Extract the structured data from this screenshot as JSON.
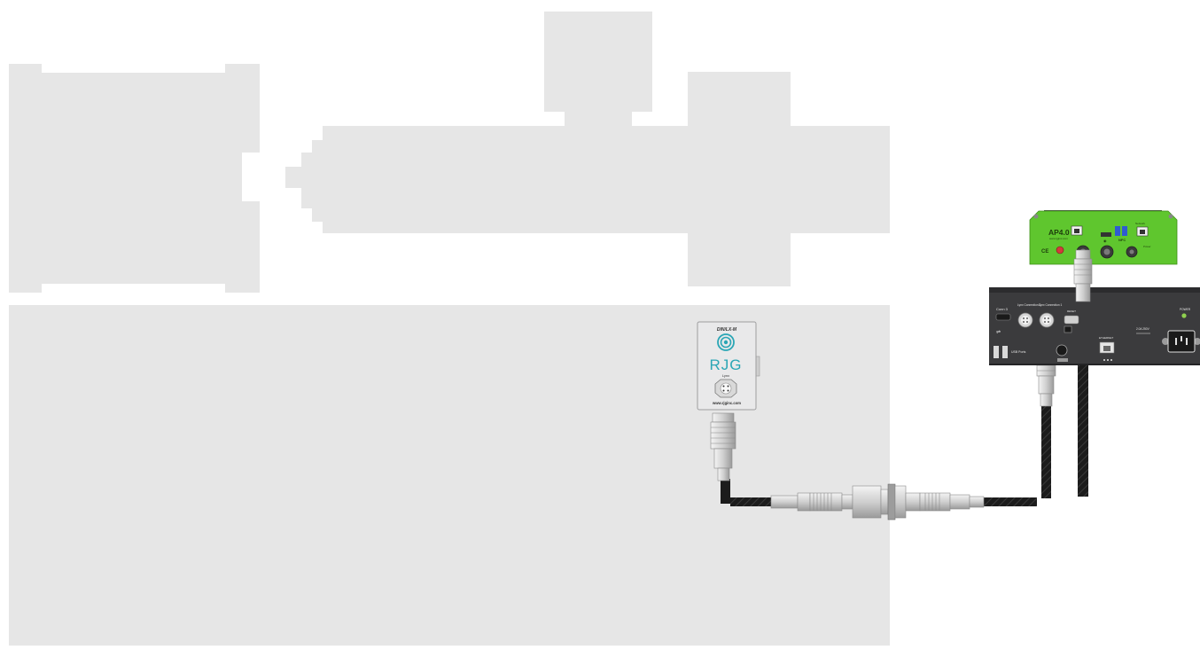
{
  "module": {
    "model": "DIN/LX-M",
    "brand": "RJG",
    "port_label": "Lynx",
    "url": "www.rjginc.com"
  },
  "green_unit": {
    "model": "AP4.0",
    "url": "www.rjginc.com",
    "ce_mark": "CE",
    "nfc_label": "NFC",
    "network_label": "Network",
    "power_label": "Power"
  },
  "controller": {
    "conn_label": "Conn 3",
    "lynx_label_2": "Lynx Connection 2",
    "lynx_label_1": "Lynx Connection 1",
    "reset_label": "RESET",
    "usb_label": "USB Ports",
    "ethernet_label": "ETHERNET",
    "voltage_label": "2.0A 250V",
    "power_label": "POWER"
  },
  "colors": {
    "machine_gray": "#e6e6e6",
    "module_gray": "#e9e9ea",
    "rjg_teal": "#2aa6b5",
    "green_unit": "#5fc62e",
    "controller_dark": "#3b3b3d",
    "cable_black": "#1c1c1c"
  }
}
